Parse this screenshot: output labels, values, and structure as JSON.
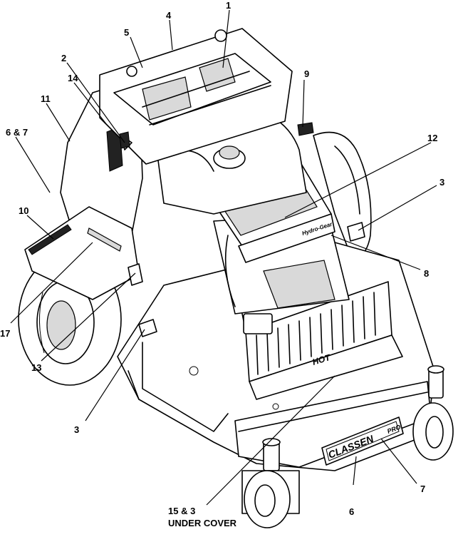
{
  "callouts": {
    "c1": "1",
    "c2": "2",
    "c3_right": "3",
    "c3_left": "3",
    "c4": "4",
    "c5": "5",
    "c6_7": "6 & 7",
    "c6": "6",
    "c7": "7",
    "c8": "8",
    "c9": "9",
    "c10": "10",
    "c11": "11",
    "c12": "12",
    "c13": "13",
    "c14": "14",
    "c15_3": "15 & 3",
    "c17": "17",
    "under_cover": "UNDER COVER"
  },
  "decals": {
    "hot": "HOT",
    "classen": "CLASSEN",
    "pro": "PRO",
    "hydro": "Hydro-Gear"
  }
}
